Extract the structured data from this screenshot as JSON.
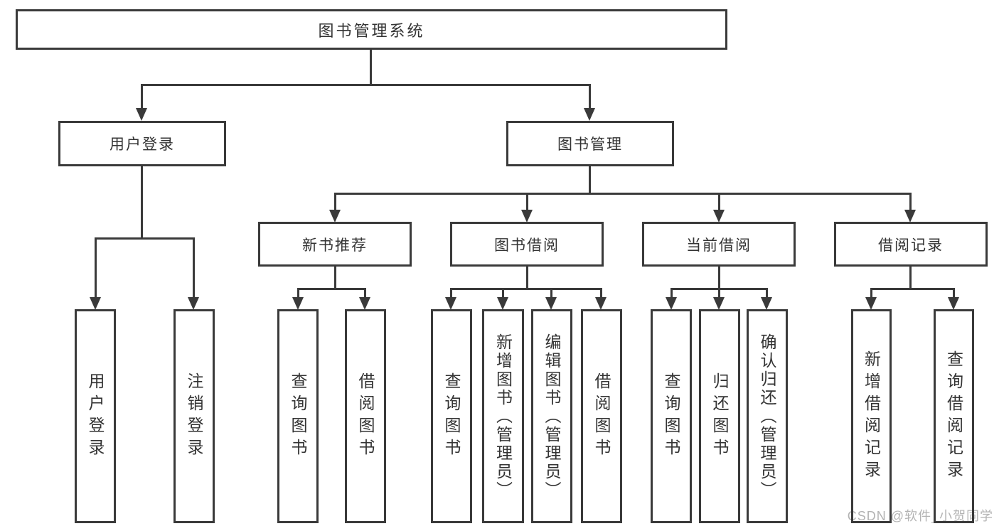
{
  "colors": {
    "line": "#3a3a3a",
    "box_border": "#3a3a3a",
    "box_fill": "#ffffff",
    "text": "#333333",
    "watermark": "#b3b3b3"
  },
  "tree": {
    "root": {
      "label": "图书管理系统"
    },
    "level2": [
      {
        "label": "用户登录",
        "children": [
          {
            "label": "用户登录"
          },
          {
            "label": "注销登录"
          }
        ]
      },
      {
        "label": "图书管理",
        "children": [
          {
            "label": "新书推荐",
            "children": [
              {
                "label": "查询图书"
              },
              {
                "label": "借阅图书"
              }
            ]
          },
          {
            "label": "图书借阅",
            "children": [
              {
                "label": "查询图书"
              },
              {
                "label": "新增图书（管理员）"
              },
              {
                "label": "编辑图书（管理员）"
              },
              {
                "label": "借阅图书"
              }
            ]
          },
          {
            "label": "当前借阅",
            "children": [
              {
                "label": "查询图书"
              },
              {
                "label": "归还图书"
              },
              {
                "label": "确认归还（管理员）"
              }
            ]
          },
          {
            "label": "借阅记录",
            "children": [
              {
                "label": "新增借阅记录"
              },
              {
                "label": "查询借阅记录"
              }
            ]
          }
        ]
      }
    ]
  },
  "watermark": {
    "text": "CSDN @软件_小贺同学"
  }
}
